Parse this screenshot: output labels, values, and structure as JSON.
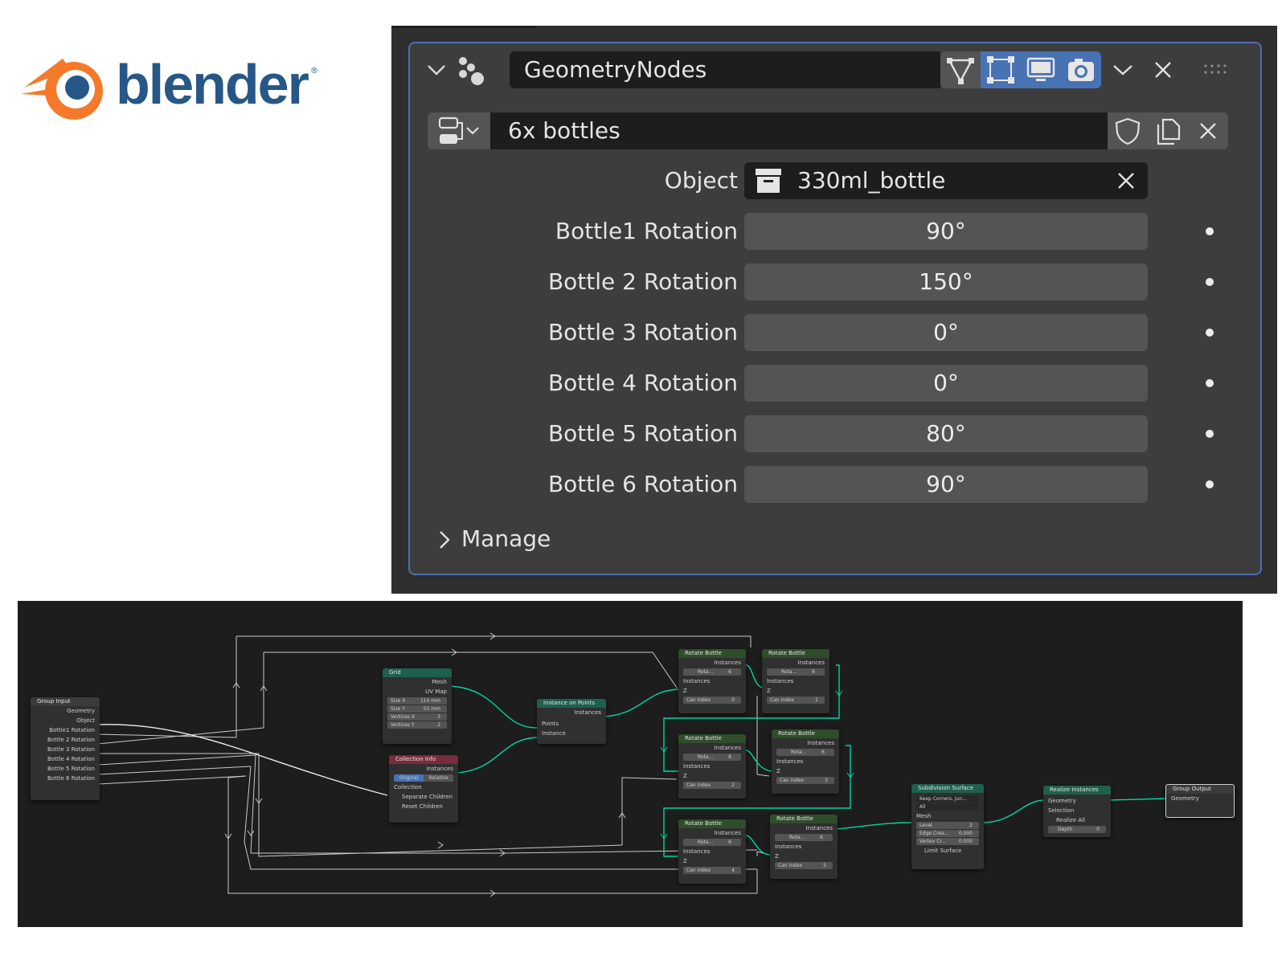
{
  "logo": {
    "text": "blender",
    "reg_mark": "®"
  },
  "modifier": {
    "name": "GeometryNodes",
    "node_group": "6x bottles",
    "object_label": "Object",
    "object_value": "330ml_bottle",
    "rows": [
      {
        "label": "Bottle1 Rotation",
        "value": "90°"
      },
      {
        "label": "Bottle 2 Rotation",
        "value": "150°"
      },
      {
        "label": "Bottle 3 Rotation",
        "value": "0°"
      },
      {
        "label": "Bottle 4 Rotation",
        "value": "0°"
      },
      {
        "label": "Bottle 5 Rotation",
        "value": "80°"
      },
      {
        "label": "Bottle 6 Rotation",
        "value": "90°"
      }
    ],
    "manage_label": "Manage"
  },
  "nodes": {
    "group_input": {
      "title": "Group Input",
      "outputs": [
        "Geometry",
        "Object",
        "Bottle1 Rotation",
        "Bottle 2 Rotation",
        "Bottle 3 Rotation",
        "Bottle 4 Rotation",
        "Bottle 5 Rotation",
        "Bottle 6 Rotation"
      ]
    },
    "grid": {
      "title": "Grid",
      "outputs": [
        "Mesh",
        "UV Map"
      ],
      "fields": [
        {
          "label": "Size X",
          "value": "110 mm"
        },
        {
          "label": "Size Y",
          "value": "55 mm"
        },
        {
          "label": "Vertices X",
          "value": "3"
        },
        {
          "label": "Vertices Y",
          "value": "2"
        }
      ]
    },
    "collection_info": {
      "title": "Collection Info",
      "output": "Instances",
      "toggle": [
        "Original",
        "Relative"
      ],
      "inputs": [
        "Collection",
        "Separate Children",
        "Reset Children"
      ]
    },
    "instance_on_points": {
      "title": "Instance on Points",
      "output": "Instances",
      "inputs": [
        "Points",
        "Instance"
      ]
    },
    "rotate_bottles": {
      "title": "Rotate Bottle",
      "output": "Instances",
      "group_label": "Rota...",
      "users": "6",
      "inputs": [
        "Instances",
        "Z"
      ],
      "index_label": "Can index",
      "indices": [
        "0",
        "1",
        "2",
        "3",
        "4",
        "5"
      ]
    },
    "subdivision": {
      "title": "Subdivision Surface",
      "dropdowns": [
        "Keep Corners, Jun...",
        "All"
      ],
      "inputs": [
        "Mesh"
      ],
      "fields": [
        {
          "label": "Level",
          "value": "2"
        },
        {
          "label": "Edge Crea...",
          "value": "0.000"
        },
        {
          "label": "Vertex Cr...",
          "value": "0.000"
        }
      ],
      "checkbox": "Limit Surface"
    },
    "realize": {
      "title": "Realize Instances",
      "inputs": [
        "Geometry",
        "Selection"
      ],
      "checkbox": "Realize All",
      "depth_label": "Depth",
      "depth_value": "0"
    },
    "group_output": {
      "title": "Group Output",
      "input": "Geometry"
    }
  },
  "colors": {
    "accent": "#4772b3",
    "socket_geometry": "#00d6a3",
    "blender_orange": "#f5792a",
    "blender_blue": "#265787"
  }
}
